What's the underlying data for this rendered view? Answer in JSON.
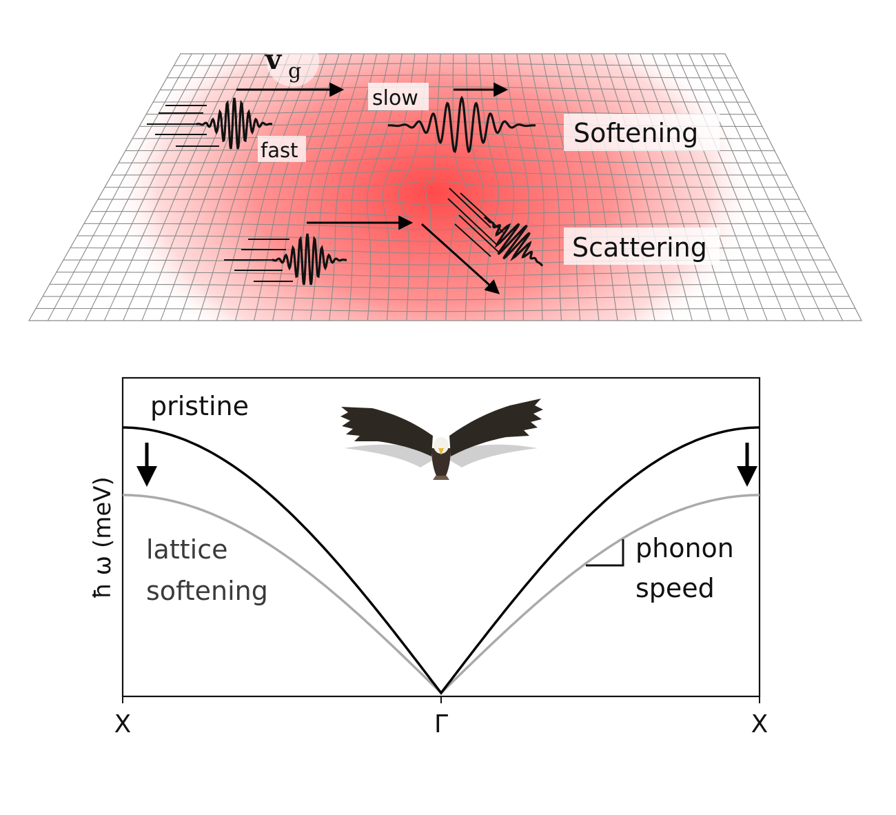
{
  "diagram": {
    "group_velocity_symbol": "v",
    "group_velocity_subscript": "g",
    "labels": {
      "fast": "fast",
      "slow": "slow",
      "softening": "Softening",
      "scattering": "Scattering"
    },
    "colors": {
      "defect_field": "#ff4a4a",
      "grid_lines": "#8a8a8a"
    }
  },
  "chart_data": {
    "type": "line",
    "ylabel": "ħ ω (meV)",
    "x_ticks": [
      "X",
      "Γ",
      "X"
    ],
    "series": [
      {
        "label": "pristine",
        "color": "#000000"
      },
      {
        "label": "lattice softening",
        "color": "#aaaaaa"
      }
    ],
    "annotations": {
      "pristine": "pristine",
      "softening_line1": "lattice",
      "softening_line2": "softening",
      "speed_line1": "phonon",
      "speed_line2": "speed"
    }
  }
}
